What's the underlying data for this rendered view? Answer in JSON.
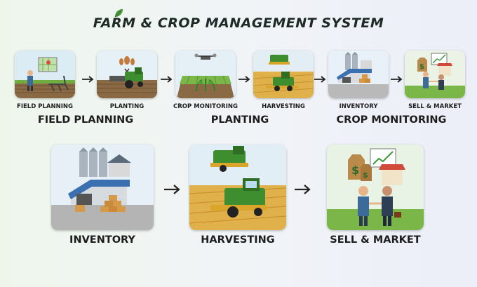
{
  "title": "FARM & CROP MANAGEMENT SYSTEM",
  "top_steps": [
    {
      "label": "FIELD PLANNING"
    },
    {
      "label": "PLANTING"
    },
    {
      "label": "CROP MONITORING"
    },
    {
      "label": "HARVESTING"
    },
    {
      "label": "INVENTORY"
    },
    {
      "label": "SELL & MARKET"
    }
  ],
  "middle_headings": [
    "FIELD PLANNING",
    "PLANTING",
    "CROP MONITORING"
  ],
  "bottom_steps": [
    {
      "label": "INVENTORY"
    },
    {
      "label": "HARVESTING"
    },
    {
      "label": "SELL & MARKET"
    }
  ],
  "colors": {
    "grass": "#6fae3f",
    "tractor_green": "#3e8e2f",
    "wheat": "#e0b04a",
    "sky": "#dcecf5"
  }
}
